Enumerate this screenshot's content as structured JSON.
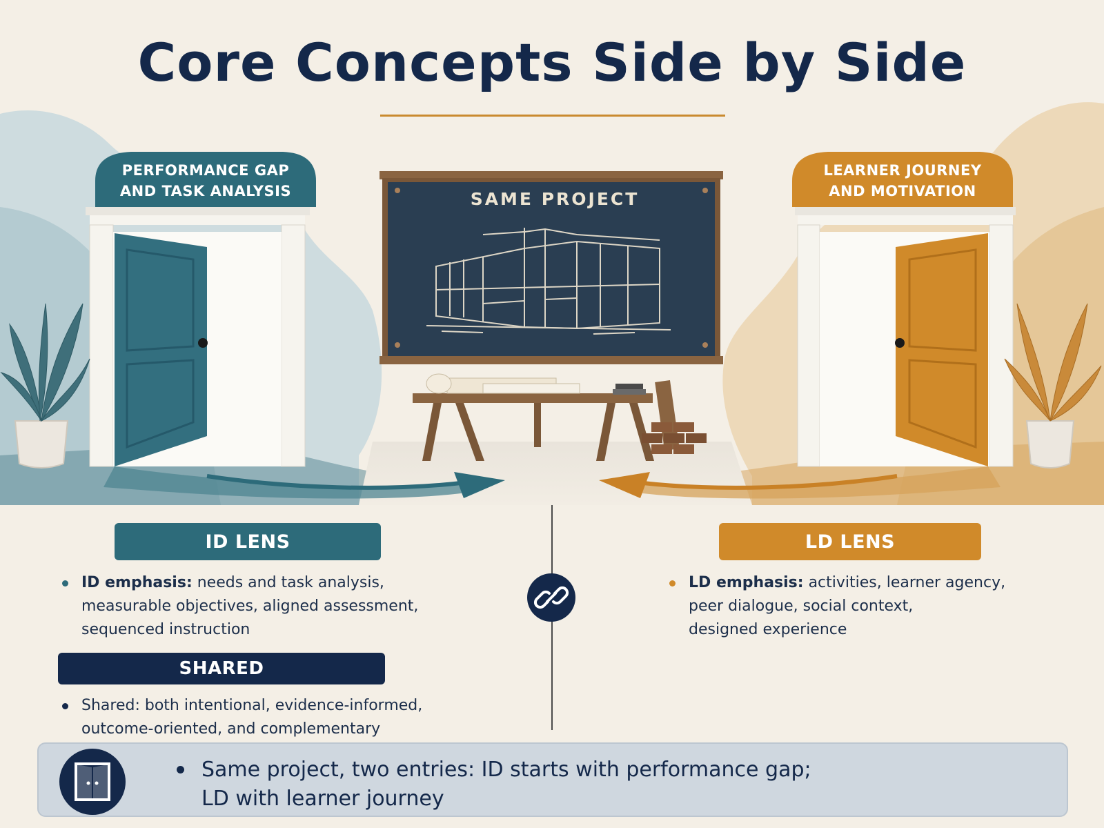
{
  "title": "Core Concepts Side by Side",
  "colors": {
    "id_teal": "#2d6b7a",
    "ld_gold": "#d08a2a",
    "navy": "#14284a",
    "background": "#f4efe6"
  },
  "left_door": {
    "arch_label_line1": "PERFORMANCE GAP",
    "arch_label_line2": "AND TASK ANALYSIS"
  },
  "right_door": {
    "arch_label_line1": "LEARNER JOURNEY",
    "arch_label_line2": "AND MOTIVATION"
  },
  "board": {
    "label": "SAME PROJECT"
  },
  "id_lens": {
    "heading": "ID LENS",
    "bullet_bold": "ID emphasis:",
    "bullet_line1": " needs and task analysis,",
    "bullet_line2": "measurable objectives, aligned assessment,",
    "bullet_line3": "sequenced instruction"
  },
  "shared": {
    "heading": "SHARED",
    "bullet_line1": "Shared: both intentional, evidence-informed,",
    "bullet_line2": "outcome-oriented, and complementary"
  },
  "ld_lens": {
    "heading": "LD LENS",
    "bullet_bold": "LD emphasis:",
    "bullet_line1": " activities, learner agency,",
    "bullet_line2": "peer dialogue, social context,",
    "bullet_line3": "designed experience"
  },
  "footer": {
    "line1": "Same project, two entries: ID starts with performance gap;",
    "line2": "LD with learner journey"
  },
  "icons": {
    "center": "link-icon",
    "footer": "double-door-icon",
    "left_plant": "plant-icon",
    "right_plant": "plant-icon"
  }
}
